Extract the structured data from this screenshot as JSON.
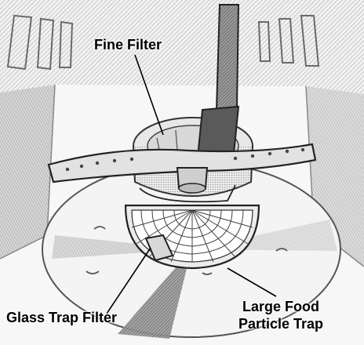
{
  "labels": {
    "fine_filter": "Fine Filter",
    "glass_trap_filter": "Glass Trap Filter",
    "large_food_line1": "Large Food",
    "large_food_line2": "Particle Trap"
  }
}
